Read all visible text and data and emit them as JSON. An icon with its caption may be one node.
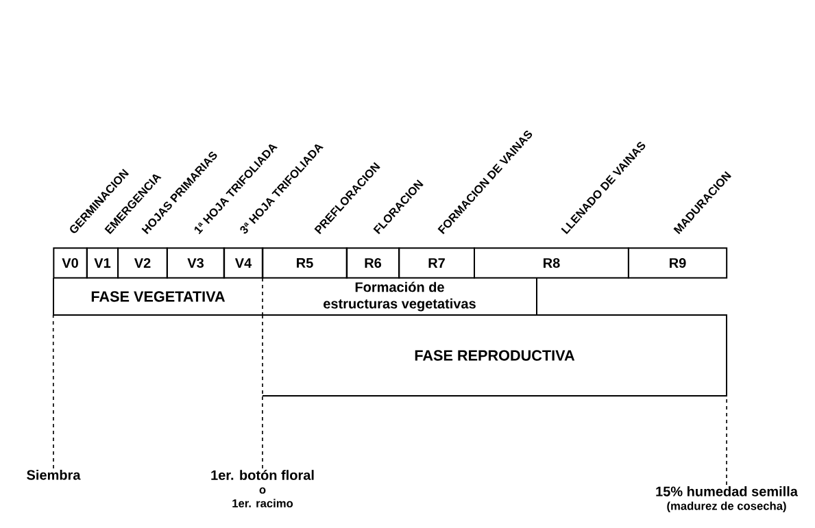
{
  "diagram": {
    "nodes": [
      {
        "text": [
          "V0"
        ]
      },
      {
        "text": [
          "V1"
        ]
      },
      {
        "text": [
          "V2"
        ]
      },
      {
        "text": [
          "V3"
        ]
      },
      {
        "text": [
          "V4"
        ]
      },
      {
        "text": [
          "R5"
        ]
      },
      {
        "text": [
          "R6"
        ]
      },
      {
        "text": [
          "R7"
        ]
      },
      {
        "text": [
          "R8"
        ]
      },
      {
        "text": [
          "R9"
        ]
      },
      {
        "text": [
          "FASE  VEGETATIVA"
        ]
      },
      {
        "text": [
          "Formación de estructuras vegetativas"
        ]
      },
      {
        "text": [
          "FASE  REPRODUCTIVA"
        ]
      },
      {
        "text": [
          "Siembra"
        ]
      },
      {
        "text": [
          "1er. botón floral",
          "o",
          "1er. racimo"
        ]
      },
      {
        "text": [
          "15% humedad semilla",
          "(madurez de cosecha)"
        ]
      }
    ],
    "edges": [
      {
        "from": 13,
        "to": 10,
        "arrow": "none",
        "style": "dashed"
      },
      {
        "from": 14,
        "to": 12,
        "arrow": "none",
        "style": "dashed"
      },
      {
        "from": 15,
        "to": 12,
        "arrow": "none",
        "style": "dashed"
      }
    ],
    "labels": [
      "GERMINACION",
      "EMERGENCIA",
      "HOJAS PRIMARIAS",
      "1ª  HOJA TRIFOLIADA",
      "3ª  HOJA TRIFOLIADA",
      "PREFLORACION",
      "FLORACION",
      "FORMACION DE VAINAS",
      "LLENADO DE VAINAS",
      "MADURACION"
    ]
  }
}
